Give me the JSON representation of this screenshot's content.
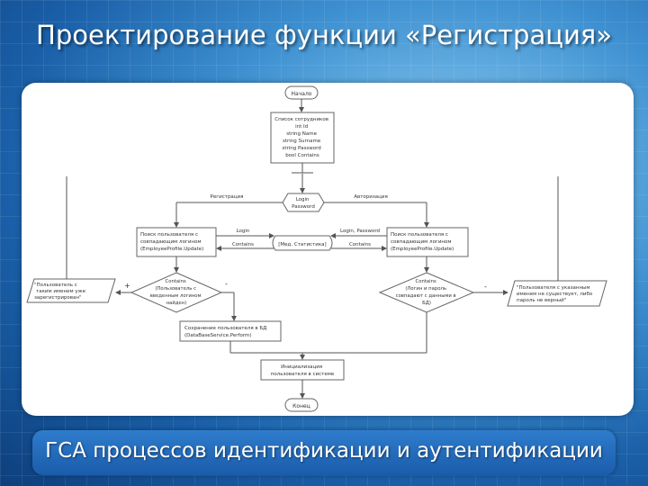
{
  "title": "Проектирование функции «Регистрация»",
  "subtitle": "ГСА процессов идентификации и аутентификации",
  "diagram": {
    "start": "Начало",
    "end": "Конец",
    "class_box": [
      "Список сотрудников",
      "int Id",
      "string Name",
      "string Surname",
      "string Password",
      "bool Contains"
    ],
    "login_box": [
      "Login",
      "Password"
    ],
    "branch_register": "Регистрация",
    "branch_auth": "Авторизация",
    "search_left": [
      "Поиск пользователя с",
      "совпадающим логином",
      "(EmployeeProfile.Update)"
    ],
    "search_right": [
      "Поиск пользователя с",
      "совпадающим логином",
      "(EmployeeProfile.Update)"
    ],
    "center_box": "[Мед. Статистика]",
    "label_login_left": "Login",
    "label_contains_left": "Contains",
    "label_login_pwd_right": "Login, Password",
    "label_contains_right": "Contains",
    "decision_left": [
      "Contains",
      "(Пользователь с",
      "введенным логином",
      "найден)"
    ],
    "decision_right": [
      "Contains",
      "(Логин и пароль",
      "совпадают с данными в",
      "БД)"
    ],
    "msg_left": [
      "\"Пользователь с",
      "таким именем уже",
      "зарегистрирован\""
    ],
    "msg_right": [
      "\"Пользователя с указанным",
      "именем не существует, либо",
      "пароль не верный\""
    ],
    "plus": "+",
    "minus": "-",
    "save_box": [
      "Сохранение пользователя в БД",
      "(DataBaseService.Perform)"
    ],
    "init_box": [
      "Инициализация",
      "пользователя в системе"
    ]
  }
}
